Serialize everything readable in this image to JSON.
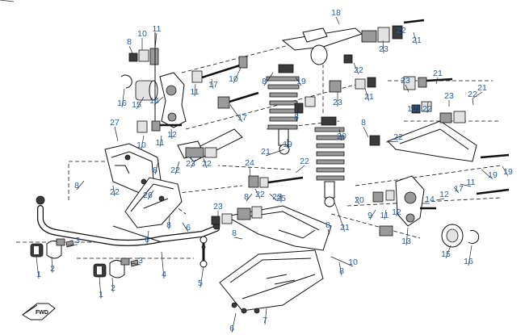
{
  "diagram": {
    "direction_text": "FWD",
    "part_labels": [
      "1",
      "1",
      "2",
      "2",
      "3",
      "3",
      "4",
      "5",
      "6",
      "6",
      "6",
      "7",
      "8",
      "8",
      "8",
      "8",
      "8",
      "8",
      "8",
      "8",
      "8",
      "8",
      "8",
      "9",
      "10",
      "10",
      "10",
      "10",
      "10",
      "11",
      "11",
      "11",
      "11",
      "11",
      "12",
      "12",
      "12",
      "13",
      "13",
      "14",
      "14",
      "15",
      "15",
      "16",
      "16",
      "17",
      "17",
      "17",
      "18",
      "19",
      "19",
      "19",
      "19",
      "20",
      "20",
      "21",
      "21",
      "21",
      "21",
      "21",
      "21",
      "22",
      "22",
      "22",
      "22",
      "22",
      "22",
      "22",
      "22",
      "22",
      "22",
      "22",
      "23",
      "23",
      "23",
      "23",
      "23",
      "23",
      "23",
      "24",
      "25",
      "26",
      "27"
    ]
  }
}
